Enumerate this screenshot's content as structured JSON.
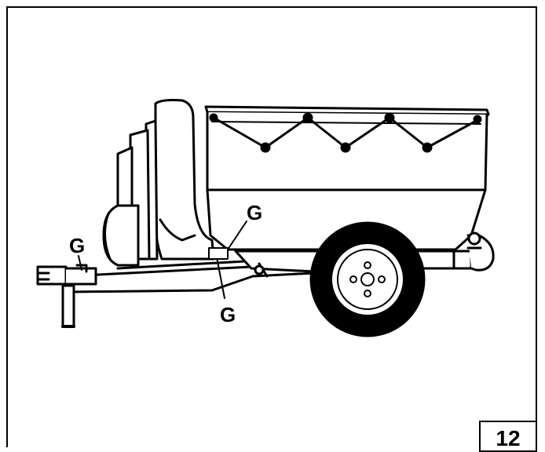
{
  "callouts": {
    "left": "G",
    "center_upper": "G",
    "center_lower": "G"
  },
  "figure": {
    "number": "12"
  }
}
